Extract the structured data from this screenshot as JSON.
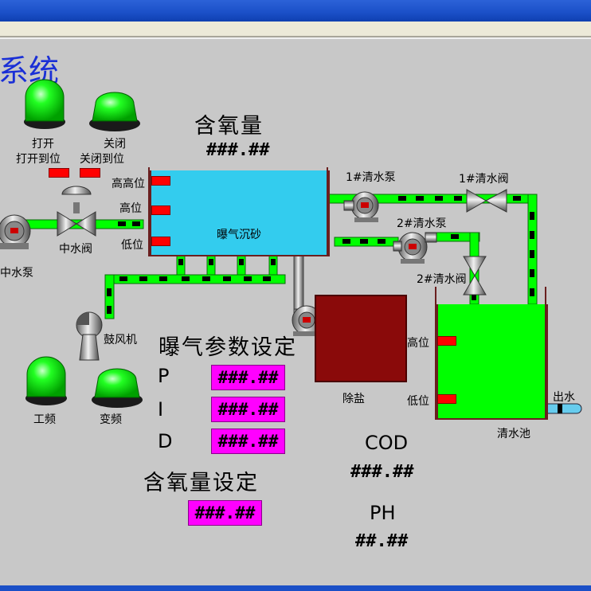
{
  "window": {
    "title_fragment": "系统"
  },
  "oxygen": {
    "label": "含氧量",
    "value": "###.##"
  },
  "inlet_valve": {
    "open_label": "打开",
    "closed_label": "关闭",
    "open_pos_label": "打开到位",
    "closed_pos_label": "关闭到位",
    "name": "中水阀"
  },
  "inlet_pump": {
    "name": "中水泵"
  },
  "aeration_tank": {
    "name": "曝气沉砂",
    "level_hh": "高高位",
    "level_h": "高位",
    "level_l": "低位"
  },
  "blower": {
    "name": "鼓风机",
    "line_label": "工频",
    "vfd_label": "变频"
  },
  "pump1": {
    "name": "1#清水泵"
  },
  "valve1": {
    "name": "1#清水阀"
  },
  "pump2": {
    "name": "2#清水泵"
  },
  "valve2": {
    "name": "2#清水阀"
  },
  "desalt": {
    "name": "除盐"
  },
  "clear_pool": {
    "name": "清水池",
    "level_h": "高位",
    "level_l": "低位",
    "outlet": "出水"
  },
  "aeration_params": {
    "title": "曝气参数设定",
    "p_label": "P",
    "i_label": "I",
    "d_label": "D",
    "p_value": "###.##",
    "i_value": "###.##",
    "d_value": "###.##"
  },
  "oxygen_setpoint": {
    "title": "含氧量设定",
    "value": "###.##"
  },
  "cod": {
    "label": "COD",
    "value": "###.##"
  },
  "ph": {
    "label": "PH",
    "value": "##.##"
  },
  "colors": {
    "lamp_green": "#00ee00",
    "pipe_green": "#00ff00",
    "alarm_red": "#ff0000",
    "input_magenta": "#ff00ff",
    "tank_blue": "#33ccee"
  }
}
